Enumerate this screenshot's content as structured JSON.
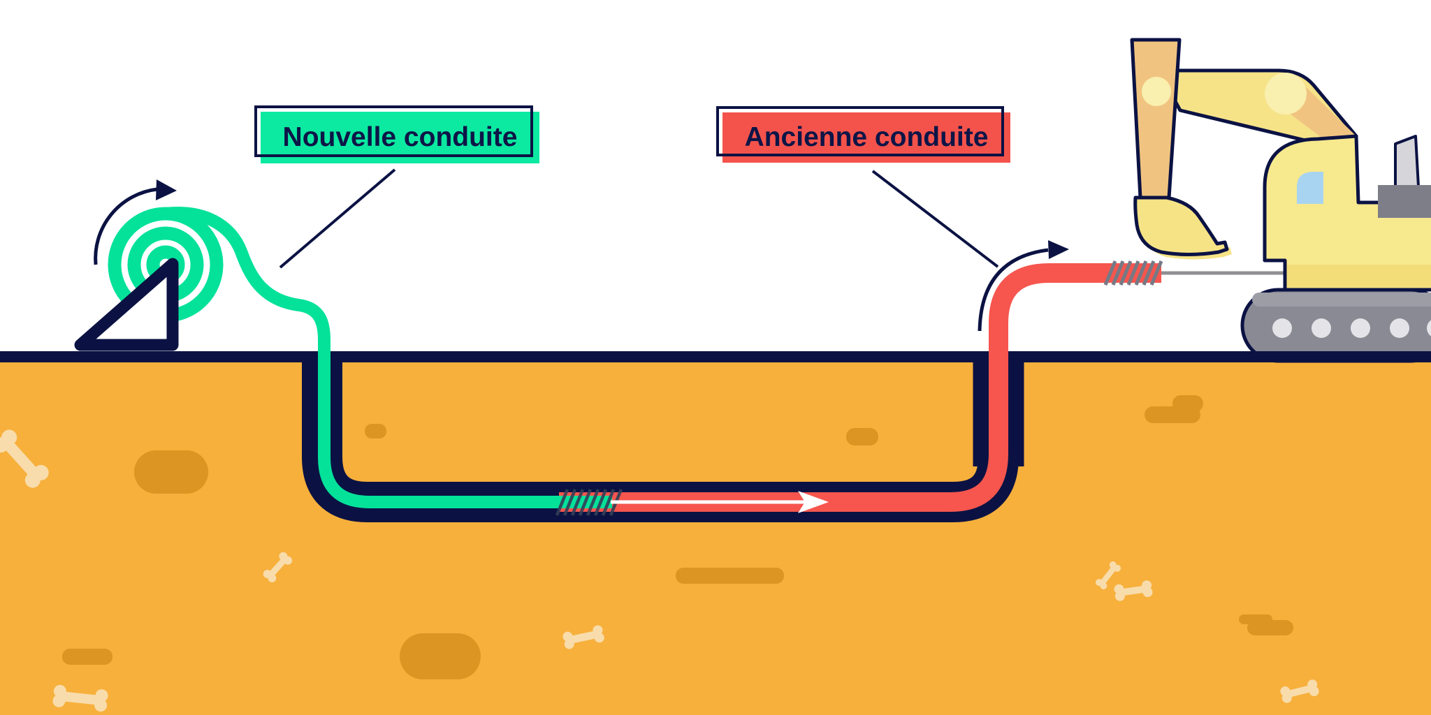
{
  "diagram": {
    "subject": "pipe-replacement-trenchless-illustration",
    "labels": {
      "new_pipe": {
        "text": "Nouvelle conduite",
        "box_color": "#0ce9a0",
        "text_color": "#0d1547"
      },
      "old_pipe": {
        "text": "Ancienne conduite",
        "box_color": "#f4534b",
        "text_color": "#0d1547"
      }
    },
    "annotations": {
      "flow_arrow": "white arrow pointing right inside old red pipe in trench",
      "coil_rotation_arrow": "navy curved arrow showing clockwise rotation of new pipe coil",
      "pull_out_arrow": "navy curved arrow showing old pipe pulled up out of ground",
      "new_pipe_pointer": "navy line from new-pipe label to green pipe",
      "old_pipe_pointer": "navy line from old-pipe label to red pipe"
    },
    "colors": {
      "sky": "#ffffff",
      "navy_outline": "#0b1243",
      "ground_orange": "#f7b03c",
      "soil_blob_dark": "#dc9522",
      "bone_cream": "#f8dcab",
      "new_pipe_green": "#04e29a",
      "old_pipe_red": "#f6564e",
      "flow_arrow_white": "#ffffff",
      "cable_gray": "#8f8f93",
      "clamp_stripe_gray": "#757a85",
      "junction_stripe_dark": "#323f57",
      "excavator_body_yellow": "#f7e98e",
      "excavator_arm_tan": "#f0c480",
      "excavator_joint_light": "#f9efae",
      "excavator_band_yellow": "#f3dd79",
      "track_gray": "#8a8a94",
      "track_top_gray": "#9d9da6",
      "wheel_light_gray": "#e4e4e8",
      "engine_block_gray": "#7e7e89",
      "exhaust_gray": "#d6d6da",
      "window_blue": "#a9d4f1"
    }
  }
}
